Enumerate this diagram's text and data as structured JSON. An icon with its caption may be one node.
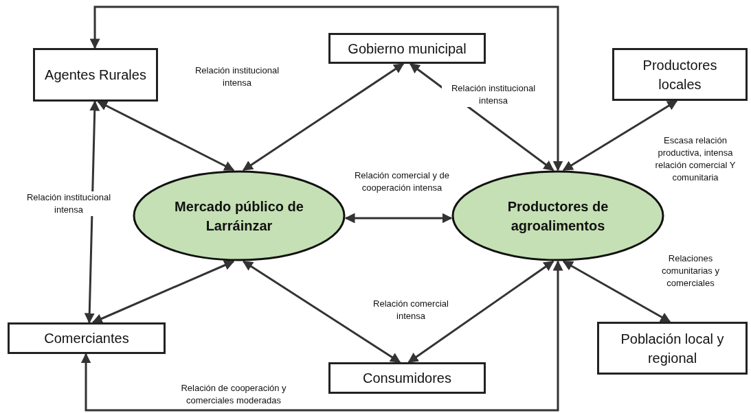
{
  "diagram": {
    "nodes": [
      {
        "text": [
          "Agentes Rurales"
        ]
      },
      {
        "text": [
          "Gobierno municipal"
        ]
      },
      {
        "text": [
          "Productores locales"
        ]
      },
      {
        "text": [
          "Mercado público de Larráinzar"
        ]
      },
      {
        "text": [
          "Productores de agroalimentos"
        ]
      },
      {
        "text": [
          "Comerciantes"
        ]
      },
      {
        "text": [
          "Consumidores"
        ]
      },
      {
        "text": [
          "Población local y regional"
        ]
      }
    ],
    "edges": [
      {
        "from": 0,
        "to": 3,
        "arrow": "both"
      },
      {
        "from": 1,
        "to": 3,
        "arrow": "both"
      },
      {
        "from": 1,
        "to": 4,
        "arrow": "both",
        "label": "Relación institucional intensa"
      },
      {
        "from": 4,
        "to": 0,
        "arrow": "both"
      },
      {
        "from": 4,
        "to": 2,
        "arrow": "both",
        "label": "Escasa relación productiva, intensa relación comercial Y comunitaria"
      },
      {
        "from": 0,
        "to": 5,
        "arrow": "both",
        "label": "Relación institucional intensa"
      },
      {
        "from": 3,
        "to": 4,
        "arrow": "both",
        "label": "Relación comercial y de cooperación intensa"
      },
      {
        "from": 3,
        "to": 5,
        "arrow": "both"
      },
      {
        "from": 3,
        "to": 6,
        "arrow": "both",
        "label": "Relación comercial intensa"
      },
      {
        "from": 4,
        "to": 6,
        "arrow": "both"
      },
      {
        "from": 4,
        "to": 5,
        "arrow": "both",
        "label": "Relación de cooperación y comerciales moderadas"
      },
      {
        "from": 4,
        "to": 7,
        "arrow": "both",
        "label": "Relaciones comunitarias y comerciales"
      }
    ],
    "labels": [
      "Relación institucional intensa"
    ]
  }
}
